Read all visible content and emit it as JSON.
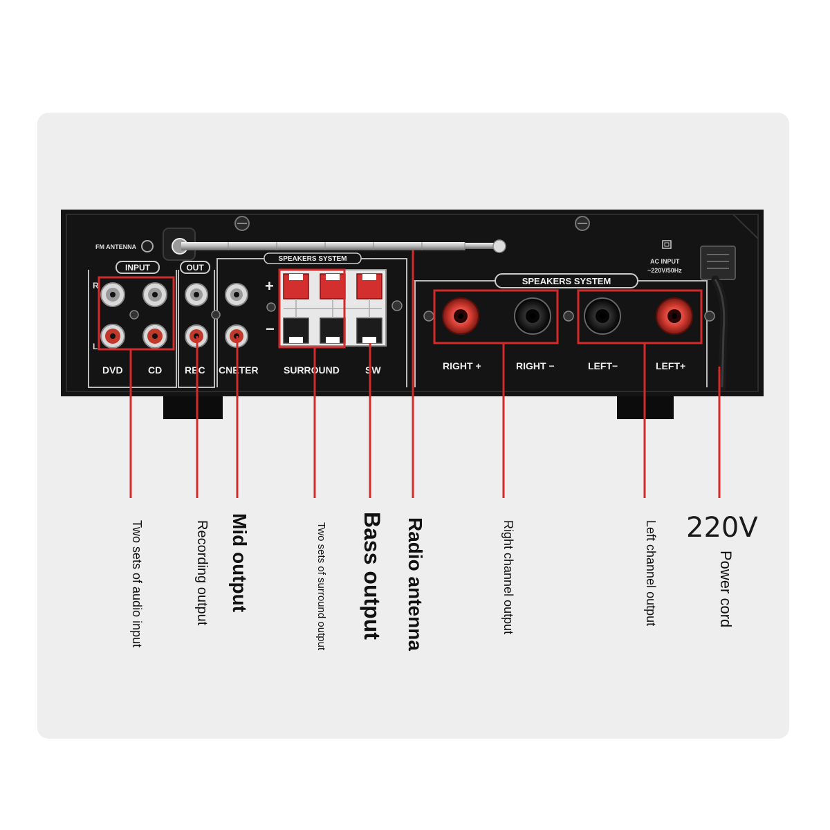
{
  "panel": {
    "fm_antenna": "FM ANTENNA",
    "input": "INPUT",
    "out": "OUT",
    "speakers_system_small": "SPEAKERS SYSTEM",
    "speakers_system_main": "SPEAKERS  SYSTEM",
    "ac_input": "AC INPUT",
    "ac_rating": "~220V/50Hz",
    "r": "R",
    "l": "L",
    "plus": "+",
    "minus": "−",
    "dvd": "DVD",
    "cd": "CD",
    "rec": "REC",
    "center": "CNETER",
    "surround": "SURROUND",
    "sw": "SW",
    "right_plus": "RIGHT +",
    "right_minus": "RIGHT −",
    "left_minus": "LEFT−",
    "left_plus": "LEFT+"
  },
  "annotations": {
    "audio_input": "Two sets of audio input",
    "recording_output": "Recording output",
    "mid_output": "Mid output",
    "surround_output": "Two sets of surround output",
    "bass_output": "Bass output",
    "radio_antenna": "Radio antenna",
    "right_channel": "Right channel output",
    "left_channel": "Left channel output",
    "voltage": "220V",
    "power_cord": "Power cord"
  },
  "colors": {
    "callout": "#d42a2a",
    "chassis": "#141414",
    "jack_red": "#c0392b"
  }
}
